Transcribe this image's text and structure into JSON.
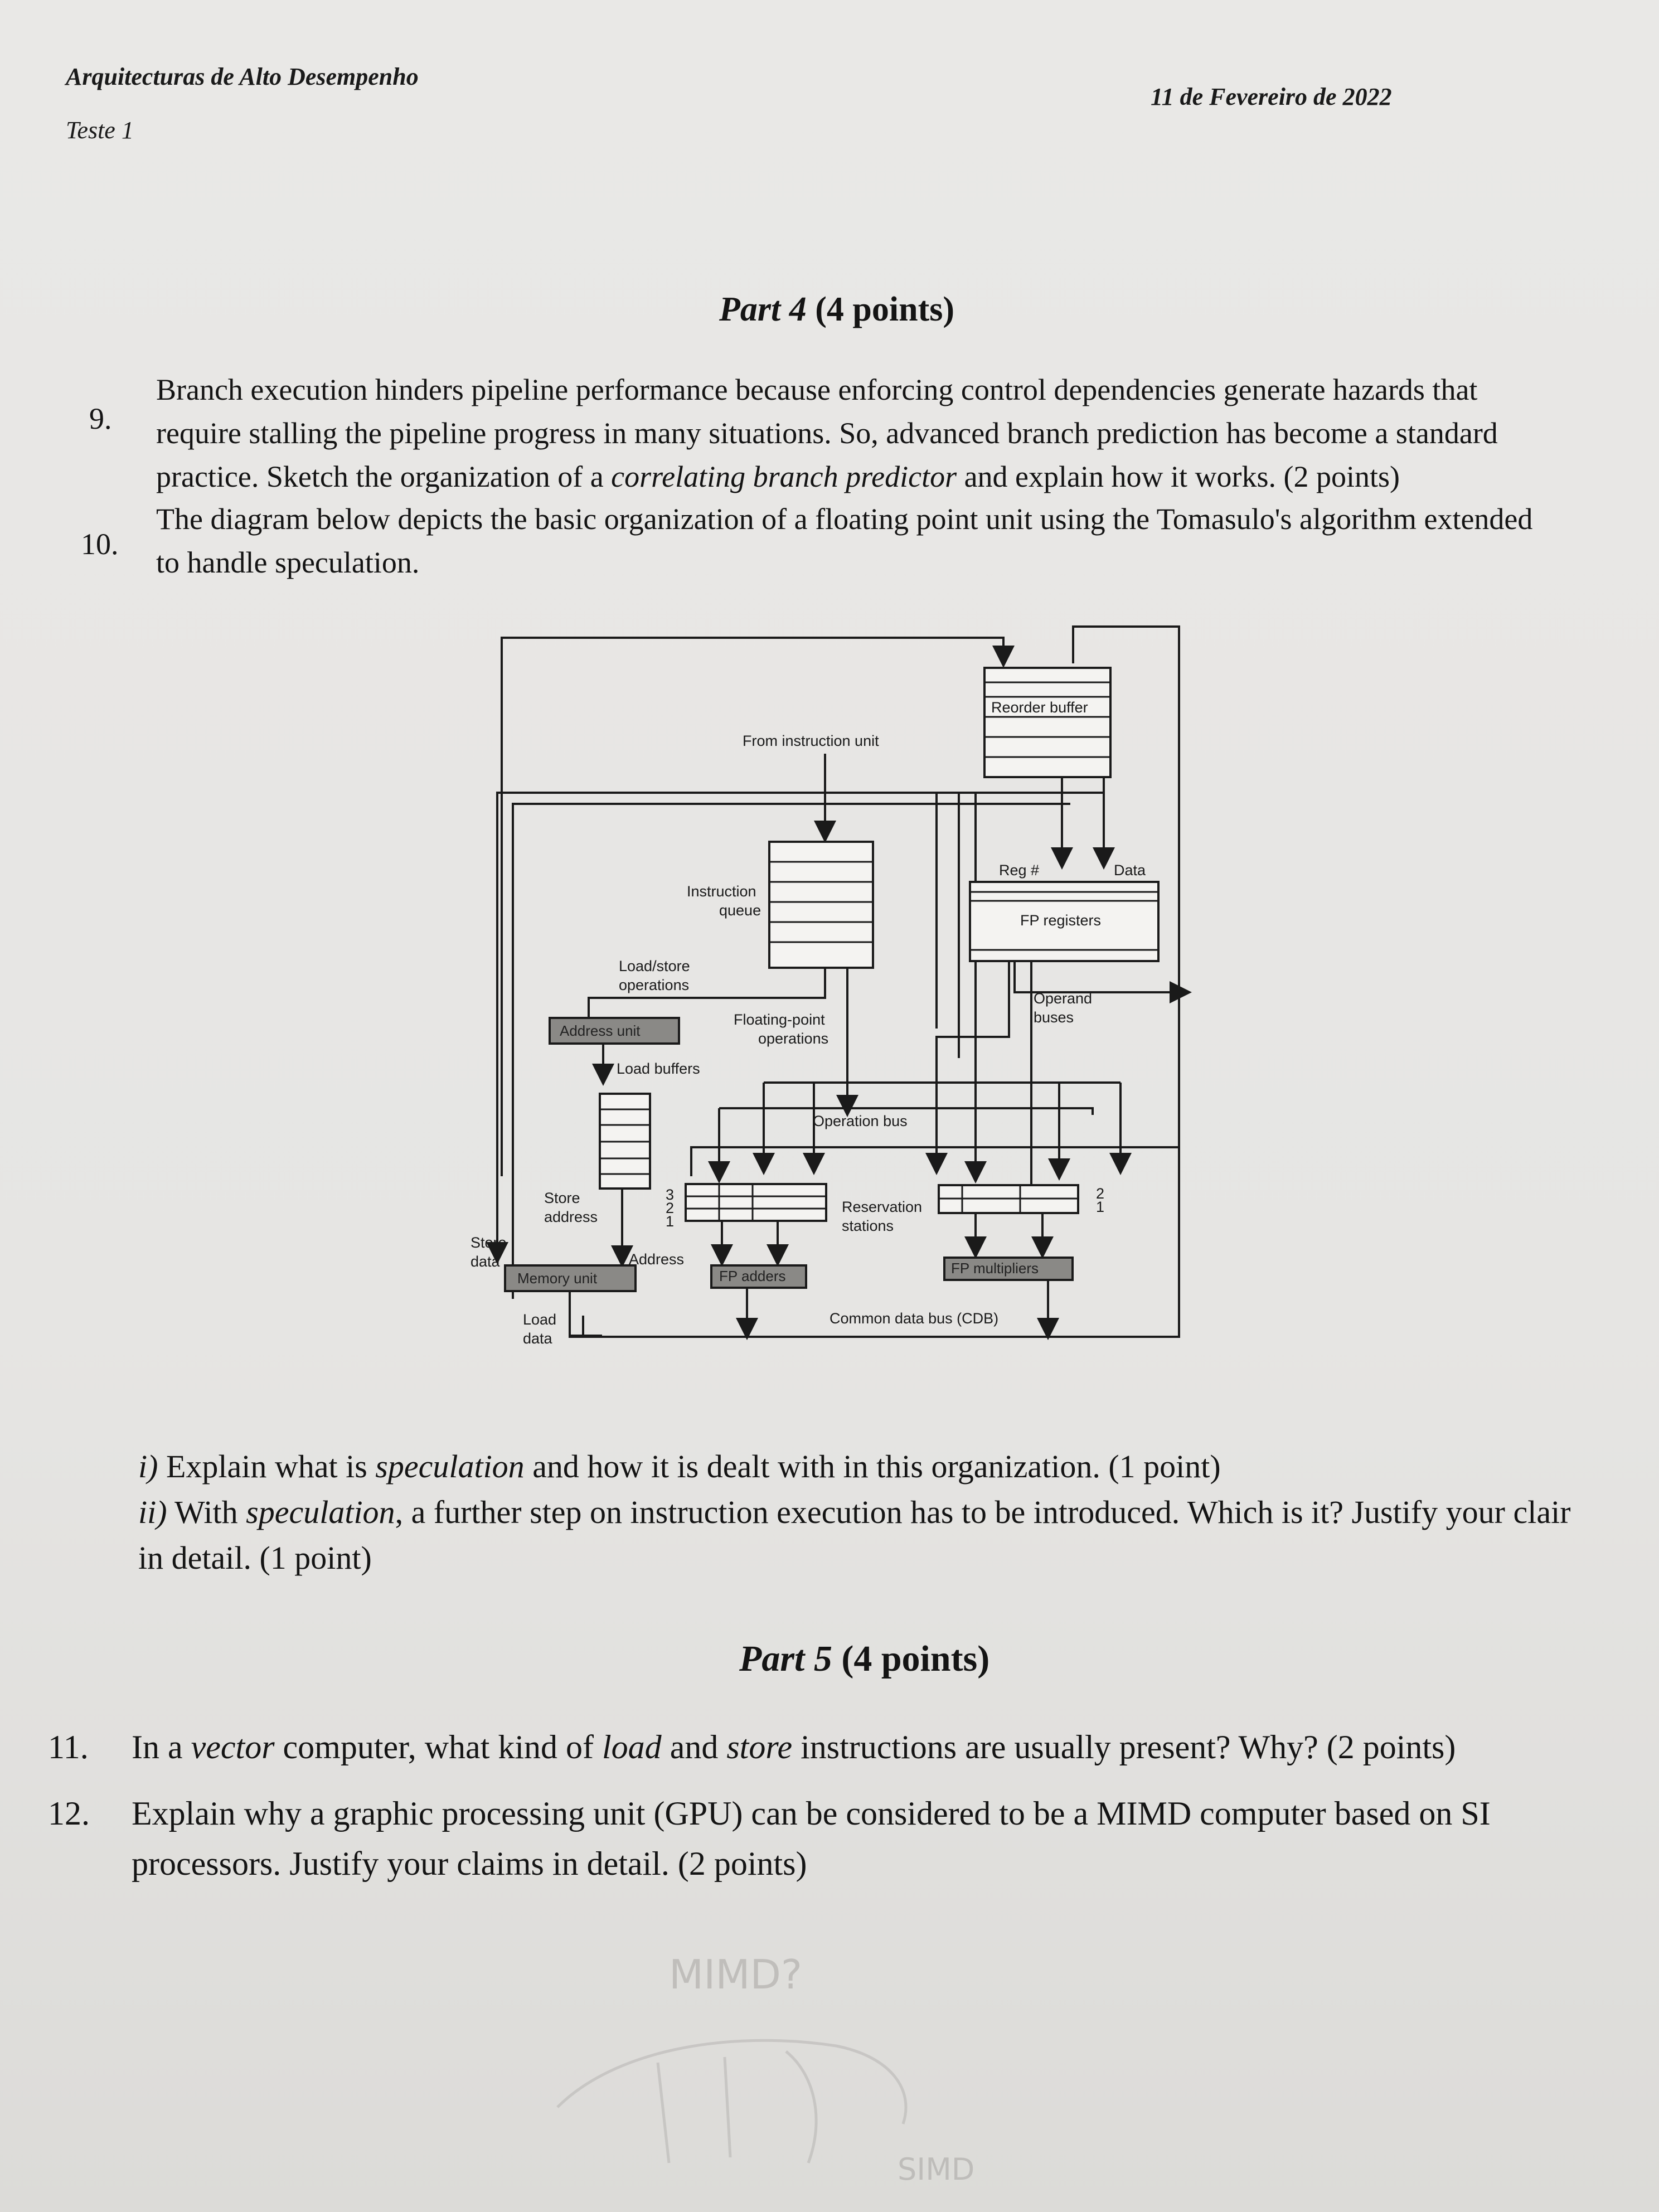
{
  "header": {
    "course": "Arquitecturas de Alto Desempenho",
    "test": "Teste 1",
    "date": "11 de Fevereiro de 2022"
  },
  "part4": {
    "title": "Part 4",
    "points": "(4 points)",
    "q9": {
      "num": "9.",
      "line1": "Branch execution hinders pipeline performance because enforcing control dependencies generate hazards that",
      "line2": "require stalling the pipeline progress in many situations. So, advanced branch prediction has become a standard",
      "line3a": "practice. Sketch the organization of a ",
      "line3b": "correlating branch predictor",
      "line3c": " and explain how it works. (2 points)"
    },
    "q10": {
      "num": "10.",
      "line1": "The diagram below depicts the basic organization of a floating point unit using the Tomasulo's algorithm extended",
      "line2": "to handle speculation."
    }
  },
  "diagram": {
    "reorder_buffer": "Reorder buffer",
    "from_instruction_unit": "From instruction unit",
    "reg_num": "Reg #",
    "data": "Data",
    "instruction": "Instruction",
    "queue": "queue",
    "fp_registers": "FP registers",
    "load_store": "Load/store",
    "operations": "operations",
    "operand": "Operand",
    "buses": "buses",
    "address_unit": "Address unit",
    "floating_point": "Floating-point",
    "fp_operations": "operations",
    "load_buffers": "Load buffers",
    "operation_bus": "Operation bus",
    "store": "Store",
    "address_word": "address",
    "num3": "3",
    "num2": "2",
    "num1": "1",
    "reservation": "Reservation",
    "stations": "stations",
    "rs_num2": "2",
    "rs_num1": "1",
    "store_data_1": "Store",
    "store_data_2": "data",
    "address": "Address",
    "memory_unit": "Memory unit",
    "fp_adders": "FP adders",
    "fp_multipliers": "FP multipliers",
    "load": "Load",
    "load_data": "data",
    "cdb": "Common data bus (CDB)"
  },
  "subquestions": {
    "i_label": "i)",
    "i_a": " Explain what is ",
    "i_b": "speculation",
    "i_c": " and how it is dealt with in this organization. (1 point)",
    "ii_label": "ii)",
    "ii_a": " With ",
    "ii_b": "speculation",
    "ii_c": ", a further step on instruction execution has to be introduced. Which is it? Justify your clair",
    "ii_d": "in detail. (1 point)"
  },
  "part5": {
    "title": "Part 5",
    "points": "(4 points)",
    "q11": {
      "num": "11.",
      "a": "In a ",
      "b": "vector",
      "c": " computer, what kind of ",
      "d": "load",
      "e": " and ",
      "f": "store",
      "g": " instructions are usually present? Why? (2 points)"
    },
    "q12": {
      "num": "12.",
      "line1": "Explain why a graphic processing unit (GPU) can be considered to be a MIMD computer based on SI",
      "line2": "processors. Justify your claims in detail. (2 points)"
    }
  },
  "handwriting": {
    "mark1": "MIMD?",
    "mark2": "SIMD"
  }
}
